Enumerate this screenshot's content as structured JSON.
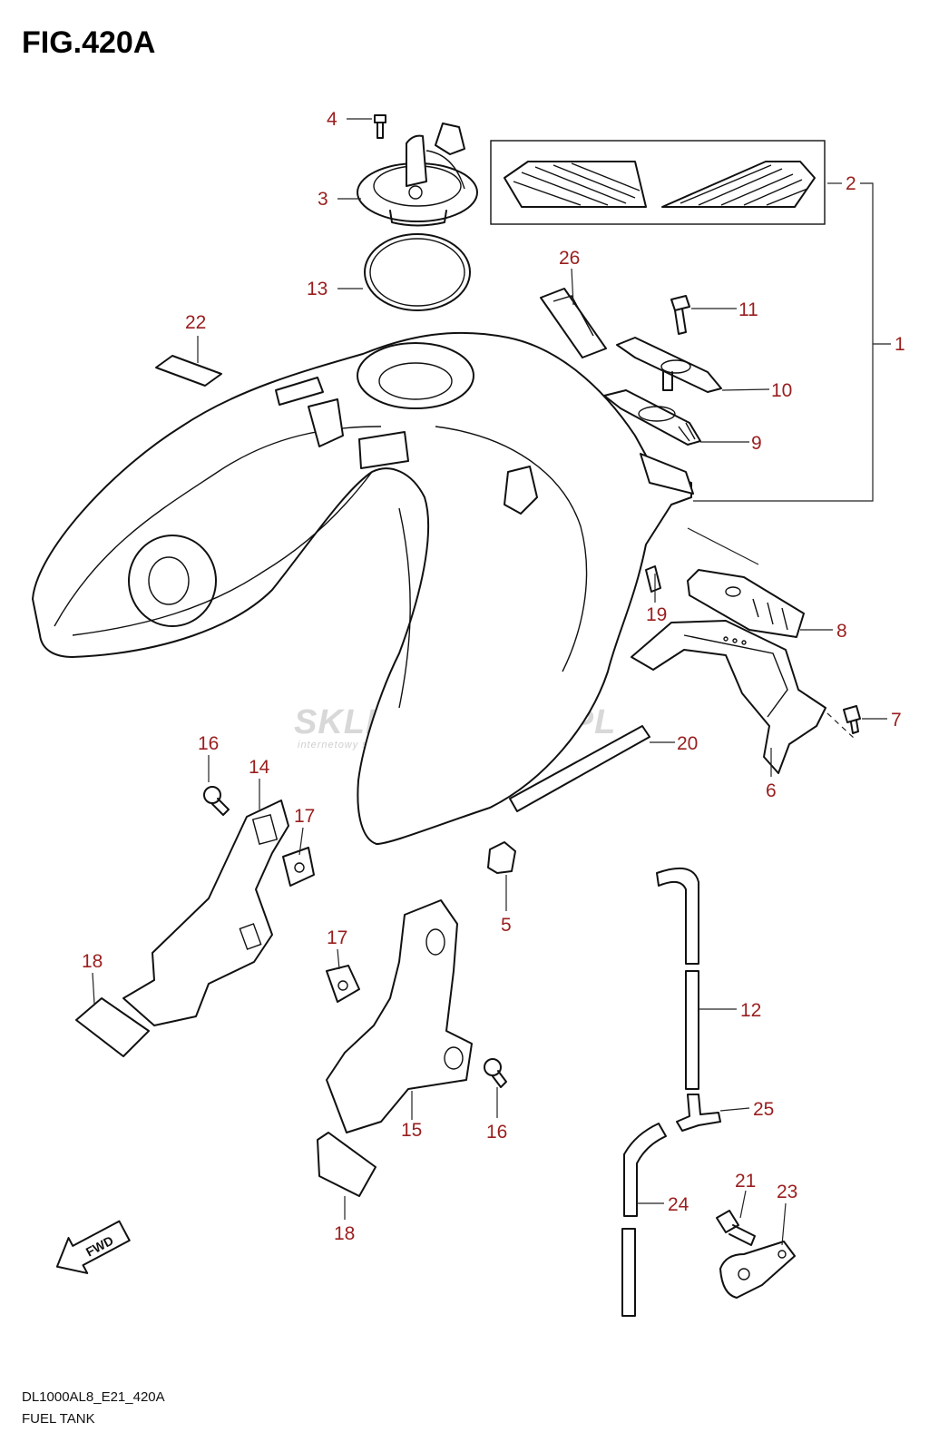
{
  "figure": {
    "title": "FIG.420A"
  },
  "footer": {
    "code": "DL1000AL8_E21_420A",
    "name": "FUEL TANK"
  },
  "watermark": {
    "brand": "SKLEPMOTO45.PL",
    "tagline": "internetowy sklep motocyklowy"
  },
  "fwd_label": "FWD",
  "colors": {
    "callout": "#9a1e1e",
    "line": "#111111",
    "background": "#ffffff"
  },
  "callouts": [
    {
      "id": "c1",
      "text": "1"
    },
    {
      "id": "c2",
      "text": "2"
    },
    {
      "id": "c3",
      "text": "3"
    },
    {
      "id": "c4",
      "text": "4"
    },
    {
      "id": "c5",
      "text": "5"
    },
    {
      "id": "c6",
      "text": "6"
    },
    {
      "id": "c7",
      "text": "7"
    },
    {
      "id": "c8",
      "text": "8"
    },
    {
      "id": "c9",
      "text": "9"
    },
    {
      "id": "c10",
      "text": "10"
    },
    {
      "id": "c11",
      "text": "11"
    },
    {
      "id": "c12",
      "text": "12"
    },
    {
      "id": "c13",
      "text": "13"
    },
    {
      "id": "c14",
      "text": "14"
    },
    {
      "id": "c15",
      "text": "15"
    },
    {
      "id": "c16a",
      "text": "16"
    },
    {
      "id": "c16b",
      "text": "16"
    },
    {
      "id": "c17a",
      "text": "17"
    },
    {
      "id": "c17b",
      "text": "17"
    },
    {
      "id": "c18a",
      "text": "18"
    },
    {
      "id": "c18b",
      "text": "18"
    },
    {
      "id": "c19",
      "text": "19"
    },
    {
      "id": "c20",
      "text": "20"
    },
    {
      "id": "c21",
      "text": "21"
    },
    {
      "id": "c22",
      "text": "22"
    },
    {
      "id": "c23",
      "text": "23"
    },
    {
      "id": "c24",
      "text": "24"
    },
    {
      "id": "c25",
      "text": "25"
    },
    {
      "id": "c26",
      "text": "26"
    }
  ]
}
